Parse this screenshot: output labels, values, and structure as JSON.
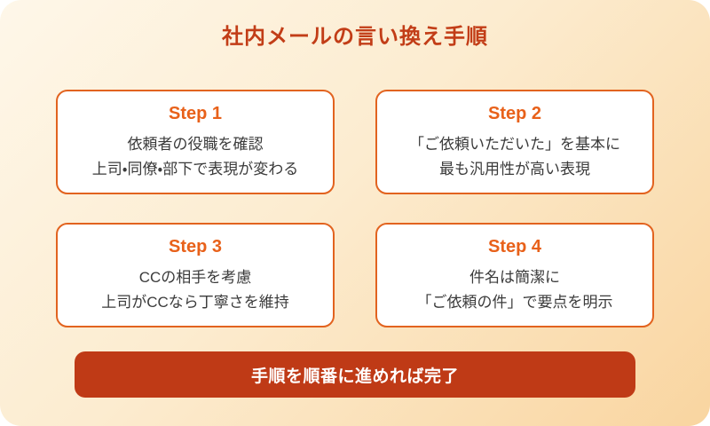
{
  "page": {
    "title": "社内メールの言い換え手順"
  },
  "colors": {
    "background_gradient_start": "#FEF7E9",
    "background_gradient_end": "#F9D5A0",
    "title_text": "#C23D17",
    "card_background": "#FFFFFF",
    "card_border": "#E2631F",
    "step_label_text": "#E8611A",
    "body_text": "#3B3B3B",
    "banner_background": "#BF3A16",
    "banner_text": "#FFFFFF"
  },
  "steps": [
    {
      "label": "Step 1",
      "lines": [
        "依頼者の役職を確認",
        "上司・同僚・部下で表現が変わる"
      ]
    },
    {
      "label": "Step 2",
      "lines": [
        "「ご依頼いただいた」を基本に",
        "最も汎用性が高い表現"
      ]
    },
    {
      "label": "Step 3",
      "lines": [
        "CCの相手を考慮",
        "上司がCCなら丁寧さを維持"
      ]
    },
    {
      "label": "Step 4",
      "lines": [
        "件名は簡潔に",
        "「ご依頼の件」で要点を明示"
      ]
    }
  ],
  "footer": {
    "label": "手順を順番に進めれば完了"
  }
}
